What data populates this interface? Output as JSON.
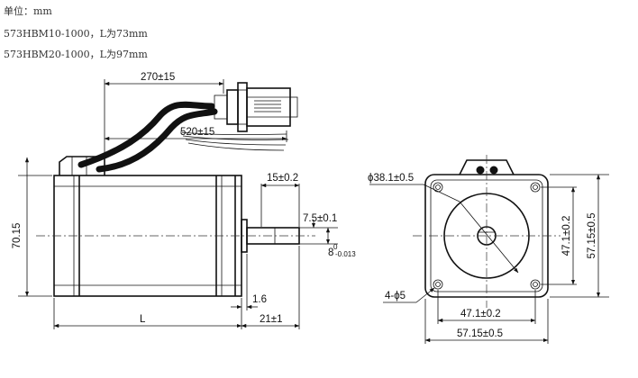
{
  "notes": {
    "unit": "单位：mm",
    "model_1": "573HBM10-1000，L为73mm",
    "model_2": "573HBM20-1000，L为97mm"
  },
  "side_view": {
    "cable_length_1": "270±15",
    "cable_length_2": "520±15",
    "shaft_length": "15±0.2",
    "flat_depth": "7.5±0.1",
    "shaft_dia_main": "8",
    "shaft_dia_tol_upper": "0",
    "shaft_dia_tol_lower": "-0.013",
    "height": "70.15",
    "flange_thickness": "1.6",
    "shaft_extension": "21±1",
    "body_length": "L"
  },
  "front_view": {
    "pilot_diameter": "ϕ38.1±0.5",
    "mounting_holes": "4-ϕ5",
    "hole_spacing_h": "47.1±0.2",
    "hole_spacing_v": "47.1±0.2",
    "flange_width": "57.15±0.5",
    "flange_height": "57.15±0.5"
  }
}
